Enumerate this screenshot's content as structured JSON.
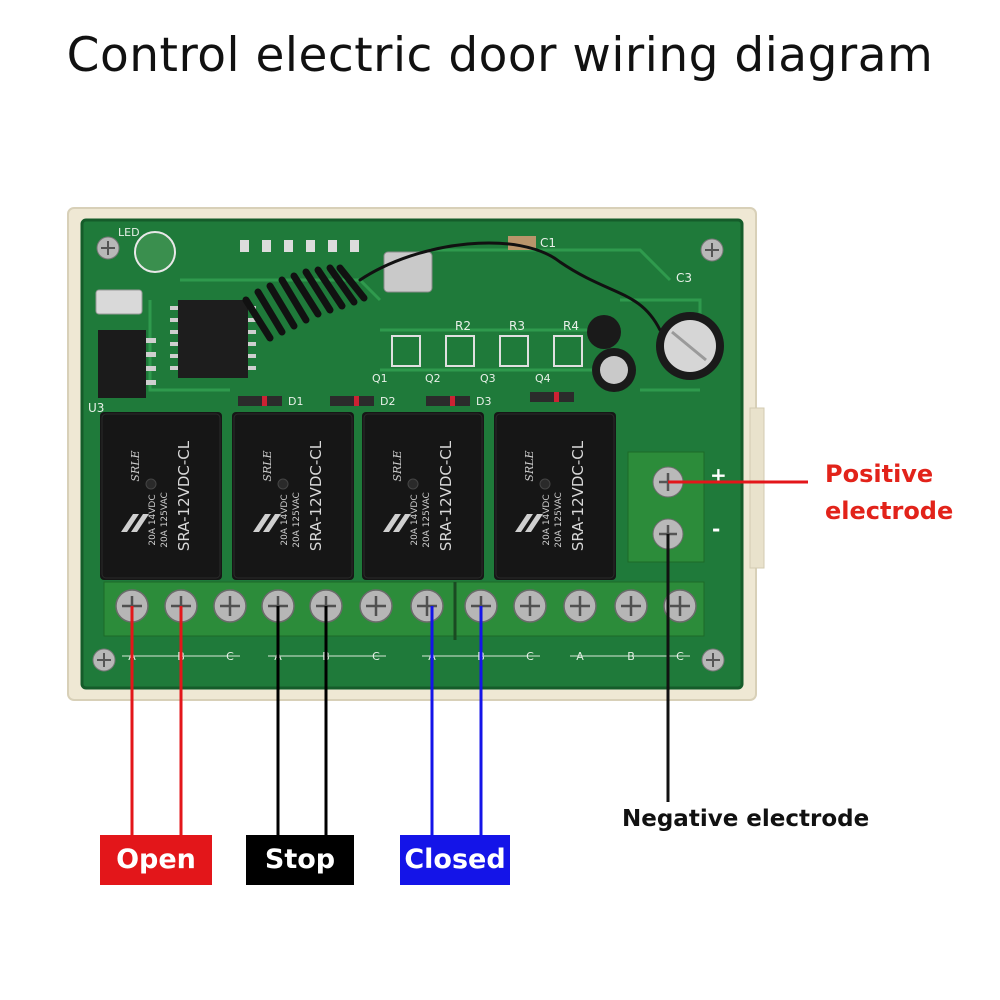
{
  "title": "Control electric door wiring diagram",
  "colors": {
    "open": "#e3161a",
    "stop": "#000000",
    "closed": "#1414e8",
    "pcb": "#1f7a3a",
    "terminal": "#2c8c3a",
    "callout_red": "#e2231a"
  },
  "board": {
    "led_label": "LED",
    "relay_label": "SRA-12VDC-CL",
    "relay_brand": "SRLE",
    "relay_rating_1": "20A 14VDC",
    "relay_rating_2": "20A 125VAC",
    "component_labels": [
      "R2",
      "R3",
      "R4",
      "Q1",
      "Q2",
      "Q3",
      "Q4",
      "D1",
      "D2",
      "D3",
      "C1",
      "C3",
      "U3"
    ],
    "terminal_letters": [
      "A",
      "B",
      "C"
    ],
    "power_plus": "+",
    "power_minus": "-"
  },
  "callouts": {
    "positive_line1": "Positive",
    "positive_line2": "electrode",
    "negative": "Negative electrode"
  },
  "tags": {
    "open": "Open",
    "stop": "Stop",
    "closed": "Closed"
  }
}
